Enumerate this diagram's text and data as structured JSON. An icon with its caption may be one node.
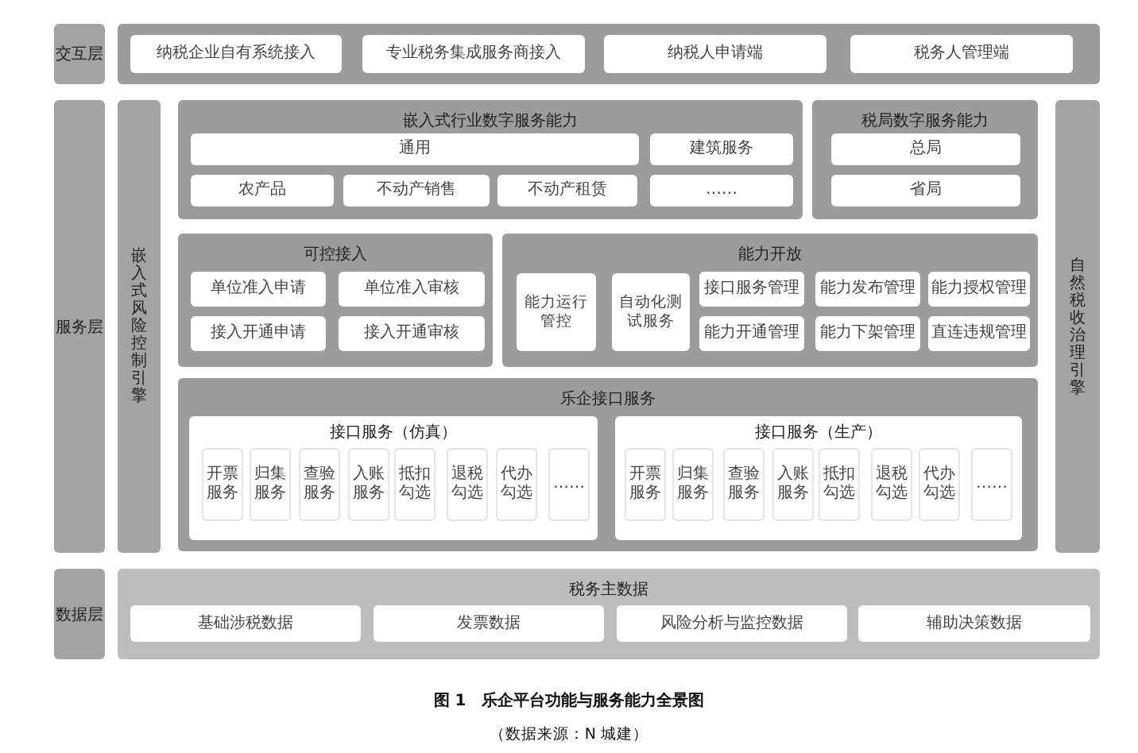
{
  "diagram": {
    "caption": "图 1　乐企平台功能与服务能力全景图",
    "nodes": [
      {
        "text": [
          "交互层"
        ]
      },
      {
        "text": [],
        "shape": "box"
      },
      {
        "text": [
          "纳税企业自有系统接入"
        ],
        "in": 1
      },
      {
        "text": [
          "专业税务集成服务商接入"
        ],
        "in": 1
      },
      {
        "text": [
          "纳税人申请端"
        ],
        "in": 1
      },
      {
        "text": [
          "税务人管理端"
        ],
        "in": 1
      },
      {
        "text": [
          "服务层"
        ]
      },
      {
        "text": [
          "嵌入式风险控制引擎"
        ]
      },
      {
        "text": [
          "嵌入式行业数字服务能力"
        ]
      },
      {
        "text": [
          "通用"
        ],
        "in": 8
      },
      {
        "text": [
          "建筑服务"
        ],
        "in": 8
      },
      {
        "text": [
          "农产品"
        ],
        "in": 8
      },
      {
        "text": [
          "不动产销售"
        ],
        "in": 8
      },
      {
        "text": [
          "不动产租赁"
        ],
        "in": 8
      },
      {
        "text": [
          "……"
        ],
        "in": 8
      },
      {
        "text": [
          "税局数字服务能力"
        ]
      },
      {
        "text": [
          "总局"
        ],
        "in": 15
      },
      {
        "text": [
          "省局"
        ],
        "in": 15
      },
      {
        "text": [
          "可控接入"
        ]
      },
      {
        "text": [
          "单位准入申请"
        ],
        "in": 18
      },
      {
        "text": [
          "单位准入审核"
        ],
        "in": 18
      },
      {
        "text": [
          "接入开通申请"
        ],
        "in": 18
      },
      {
        "text": [
          "接入开通审核"
        ],
        "in": 18
      },
      {
        "text": [
          "能力开放"
        ]
      },
      {
        "text": [
          "能力运行管控"
        ],
        "in": 23
      },
      {
        "text": [
          "自动化测试服务"
        ],
        "in": 23
      },
      {
        "text": [
          "接口服务管理"
        ],
        "in": 23
      },
      {
        "text": [
          "能力发布管理"
        ],
        "in": 23
      },
      {
        "text": [
          "能力授权管理"
        ],
        "in": 23
      },
      {
        "text": [
          "能力开通管理"
        ],
        "in": 23
      },
      {
        "text": [
          "能力下架管理"
        ],
        "in": 23
      },
      {
        "text": [
          "直连违规管理"
        ],
        "in": 23
      },
      {
        "text": [
          "乐企接口服务"
        ]
      },
      {
        "text": [
          "接口服务（仿真）"
        ],
        "in": 32
      },
      {
        "text": [
          "开票服务"
        ],
        "in": 33
      },
      {
        "text": [
          "归集服务"
        ],
        "in": 33
      },
      {
        "text": [
          "查验服务"
        ],
        "in": 33
      },
      {
        "text": [
          "入账服务"
        ],
        "in": 33
      },
      {
        "text": [
          "抵扣勾选"
        ],
        "in": 33
      },
      {
        "text": [
          "退税勾选"
        ],
        "in": 33
      },
      {
        "text": [
          "代办勾选"
        ],
        "in": 33
      },
      {
        "text": [
          "……"
        ],
        "in": 33
      },
      {
        "text": [
          "接口服务（生产）"
        ],
        "in": 32
      },
      {
        "text": [
          "开票服务"
        ],
        "in": 42
      },
      {
        "text": [
          "归集服务"
        ],
        "in": 42
      },
      {
        "text": [
          "查验服务"
        ],
        "in": 42
      },
      {
        "text": [
          "入账服务"
        ],
        "in": 42
      },
      {
        "text": [
          "抵扣勾选"
        ],
        "in": 42
      },
      {
        "text": [
          "退税勾选"
        ],
        "in": 42
      },
      {
        "text": [
          "代办勾选"
        ],
        "in": 42
      },
      {
        "text": [
          "……"
        ],
        "in": 42
      },
      {
        "text": [
          "自然税收治理引擎"
        ]
      },
      {
        "text": [
          "数据层"
        ]
      },
      {
        "text": [
          "税务主数据"
        ]
      },
      {
        "text": [
          "基础涉税数据"
        ],
        "in": 53
      },
      {
        "text": [
          "发票数据"
        ],
        "in": 53
      },
      {
        "text": [
          "风险分析与监控数据"
        ],
        "in": 53
      },
      {
        "text": [
          "辅助决策数据"
        ],
        "in": 53
      }
    ],
    "labels": [
      "（数据来源：N 城建）"
    ]
  }
}
